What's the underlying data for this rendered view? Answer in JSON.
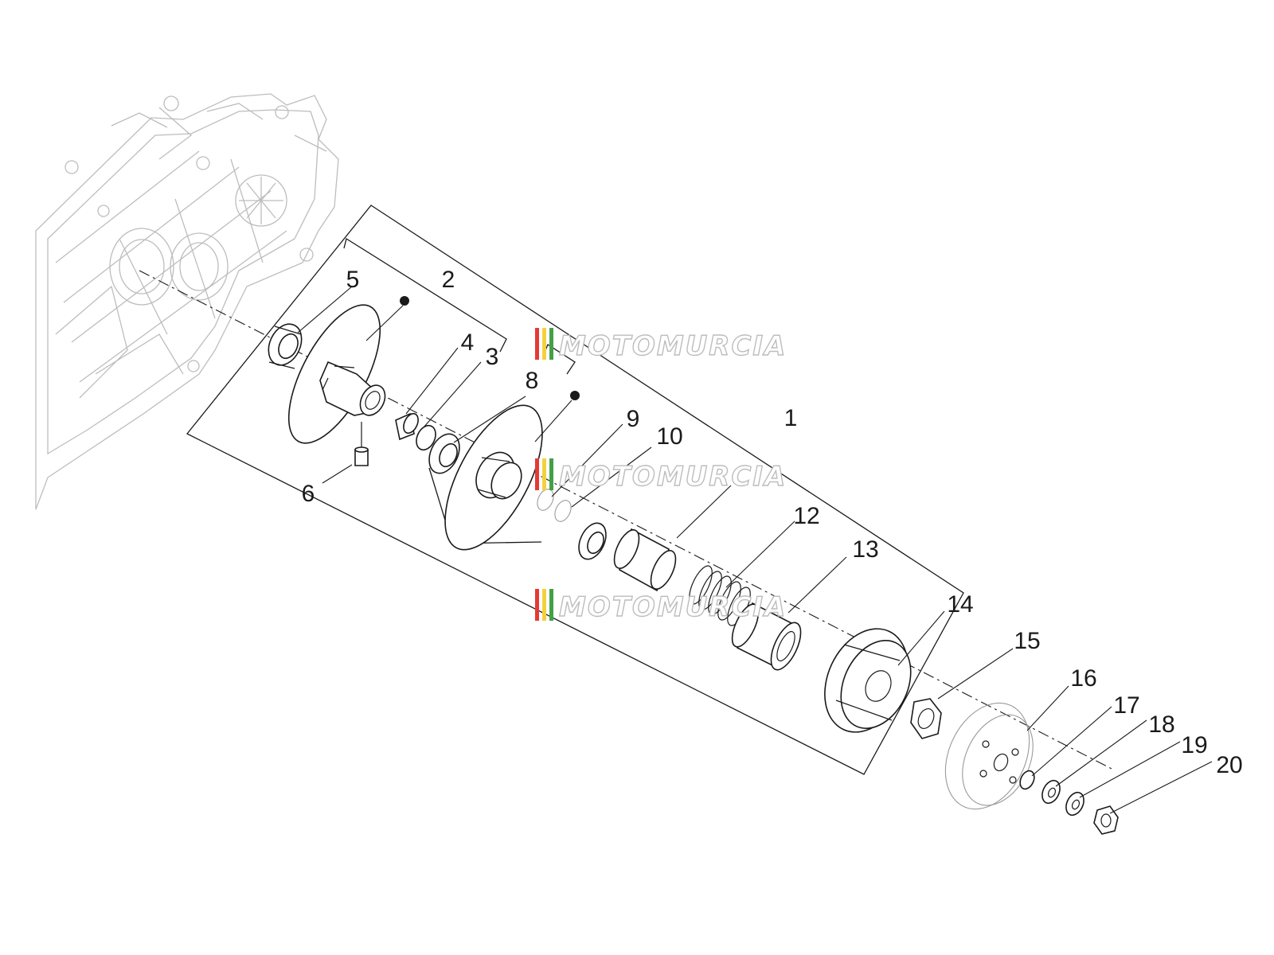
{
  "watermark": {
    "text": "MOTOMURCIA",
    "stripe_colors": [
      "#e53935",
      "#f4d03f",
      "#43a047"
    ]
  },
  "callouts": [
    {
      "id": "1",
      "label": "1"
    },
    {
      "id": "2",
      "label": "2"
    },
    {
      "id": "3",
      "label": "3"
    },
    {
      "id": "4",
      "label": "4"
    },
    {
      "id": "5",
      "label": "5"
    },
    {
      "id": "6",
      "label": "6"
    },
    {
      "id": "8",
      "label": "8"
    },
    {
      "id": "9",
      "label": "9"
    },
    {
      "id": "10",
      "label": "10"
    },
    {
      "id": "12",
      "label": "12"
    },
    {
      "id": "13",
      "label": "13"
    },
    {
      "id": "14",
      "label": "14"
    },
    {
      "id": "15",
      "label": "15"
    },
    {
      "id": "16",
      "label": "16"
    },
    {
      "id": "17",
      "label": "17"
    },
    {
      "id": "18",
      "label": "18"
    },
    {
      "id": "19",
      "label": "19"
    },
    {
      "id": "20",
      "label": "20"
    }
  ]
}
